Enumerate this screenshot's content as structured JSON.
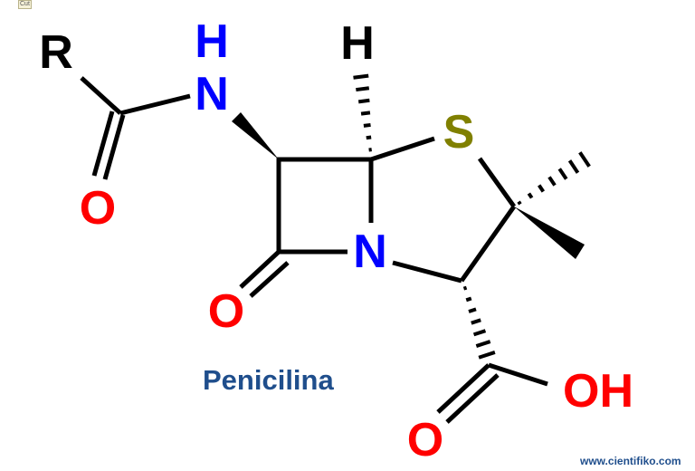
{
  "corner_label": "Cut",
  "title": "Penicilina",
  "watermark": "www.cientifiko.com",
  "atoms": {
    "r": "R",
    "h_amide": "H",
    "n_amide": "N",
    "o_amide": "O",
    "h_bridge": "H",
    "s": "S",
    "n_ring": "N",
    "o_lactam": "O",
    "oh": "OH",
    "o_acid": "O"
  },
  "colors": {
    "carbon_bonds": "#000000",
    "oxygen": "#ff0000",
    "nitrogen": "#0000ff",
    "sulfur": "#808000",
    "title": "#1f4e8c"
  }
}
